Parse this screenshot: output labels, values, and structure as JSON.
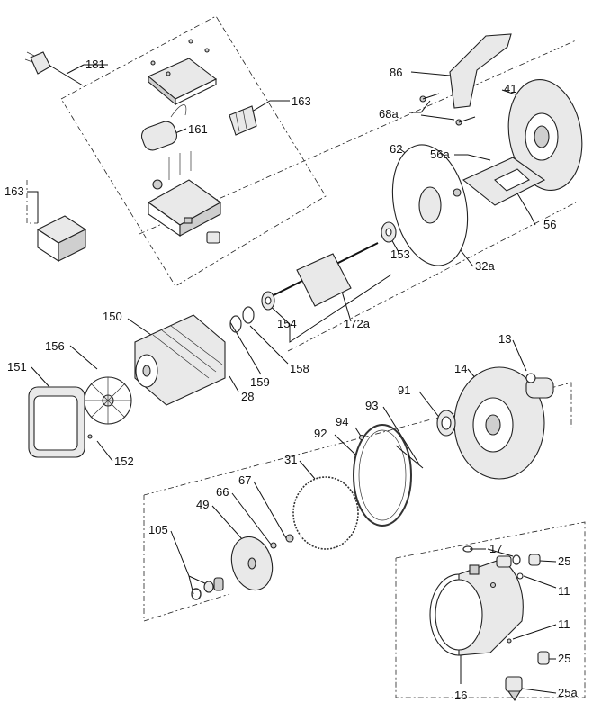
{
  "labels": {
    "l181": "181",
    "l163a": "163",
    "l161": "161",
    "l163b": "163",
    "l86": "86",
    "l41": "41",
    "l68a": "68a",
    "l62": "62",
    "l56a": "56a",
    "l56": "56",
    "l32a": "32a",
    "l153": "153",
    "l150": "150",
    "l154": "154",
    "l172a": "172a",
    "l156": "156",
    "l151": "151",
    "l158": "158",
    "l159": "159",
    "l28": "28",
    "l13": "13",
    "l14": "14",
    "l91": "91",
    "l93": "93",
    "l94": "94",
    "l92": "92",
    "l31": "31",
    "l67": "67",
    "l66": "66",
    "l49": "49",
    "l105": "105",
    "l152": "152",
    "l17": "17",
    "l25a": "25",
    "l11a": "11",
    "l11b": "11",
    "l25b": "25",
    "l16": "16",
    "l25c": "25a"
  }
}
